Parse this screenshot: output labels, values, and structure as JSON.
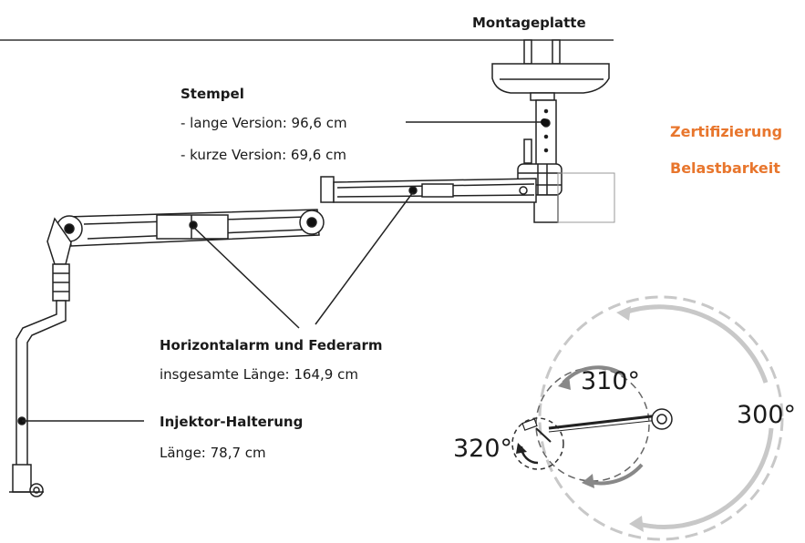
{
  "mount_label": "Montageplatte",
  "plunger": {
    "title": "Stempel",
    "long_version": "- lange Version: 96,6 cm",
    "short_version": "- kurze Version: 69,6 cm"
  },
  "arms": {
    "title": "Horizontalarm und Federarm",
    "length": "insgesamte Länge: 164,9 cm"
  },
  "holder": {
    "title": "Injektor-Halterung",
    "length": "Länge: 78,7 cm"
  },
  "side_notes": [
    "Zertifizierung",
    "Belastbarkeit"
  ],
  "rotation": {
    "outer": "300°",
    "middle": "310°",
    "inner": "320°"
  },
  "colors": {
    "accent": "#e8762d",
    "line": "#1a1a1a",
    "rotation_ring": "#c8c8c8"
  }
}
